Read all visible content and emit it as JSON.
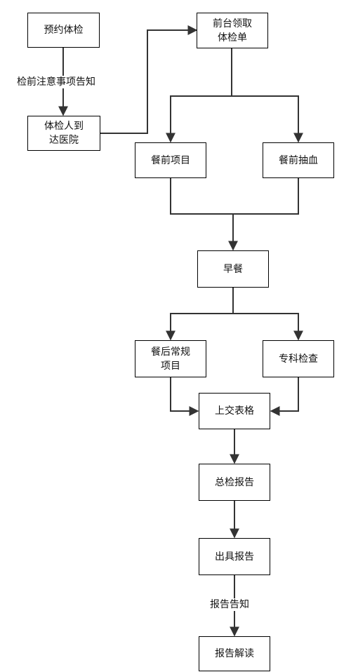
{
  "nodes": {
    "book": "预约体检",
    "arrive": "体检人到\n达医院",
    "front_desk": "前台领取\n体检单",
    "pre_meal_items": "餐前项目",
    "pre_meal_blood": "餐前抽血",
    "breakfast": "早餐",
    "post_meal_routine": "餐后常规\n项目",
    "specialist": "专科检查",
    "submit_form": "上交表格",
    "general_report": "总检报告",
    "issue_report": "出具报告",
    "interpret_report": "报告解读"
  },
  "labels": {
    "notice": "检前注意事项告知",
    "report_notice": "报告告知"
  },
  "colors": {
    "line": "#333333",
    "border": "#000000"
  }
}
